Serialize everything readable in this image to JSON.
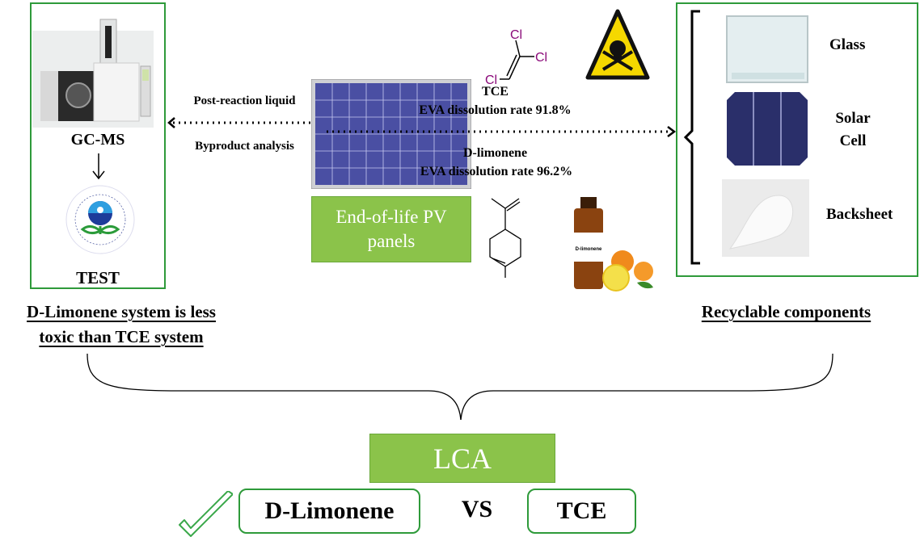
{
  "left_panel": {
    "instrument_label": "GC-MS",
    "logo_text": "UNITED STATES ENVIRONMENTAL PROTECTION AGENCY",
    "test_label": "TEST",
    "conclusion_line1": "D-Limonene system is less",
    "conclusion_line2": "toxic than TCE system"
  },
  "center": {
    "arrow_left_top": "Post-reaction liquid",
    "arrow_left_bottom": "Byproduct analysis",
    "panel_label": "End-of-life PV panels",
    "tce_atom": "Cl",
    "tce_name": "TCE",
    "tce_rate": "EVA dissolution rate 91.8%",
    "limonene_name": "D-limonene",
    "limonene_rate": "EVA dissolution rate 96.2%",
    "bottle_label": "D-limonene"
  },
  "right_panel": {
    "items": [
      {
        "label": "Glass"
      },
      {
        "label": "Solar Cell",
        "line1": "Solar",
        "line2": "Cell"
      },
      {
        "label": "Backsheet"
      }
    ],
    "caption": "Recyclable components"
  },
  "bottom": {
    "lca_label": "LCA",
    "option_a": "D-Limonene",
    "vs": "VS",
    "option_b": "TCE",
    "selected": "D-Limonene"
  },
  "colors": {
    "green_border": "#2e9a3a",
    "green_fill": "#8bc34a",
    "chlorine": "#8b0a7a",
    "hazard_yellow": "#f5d800"
  }
}
